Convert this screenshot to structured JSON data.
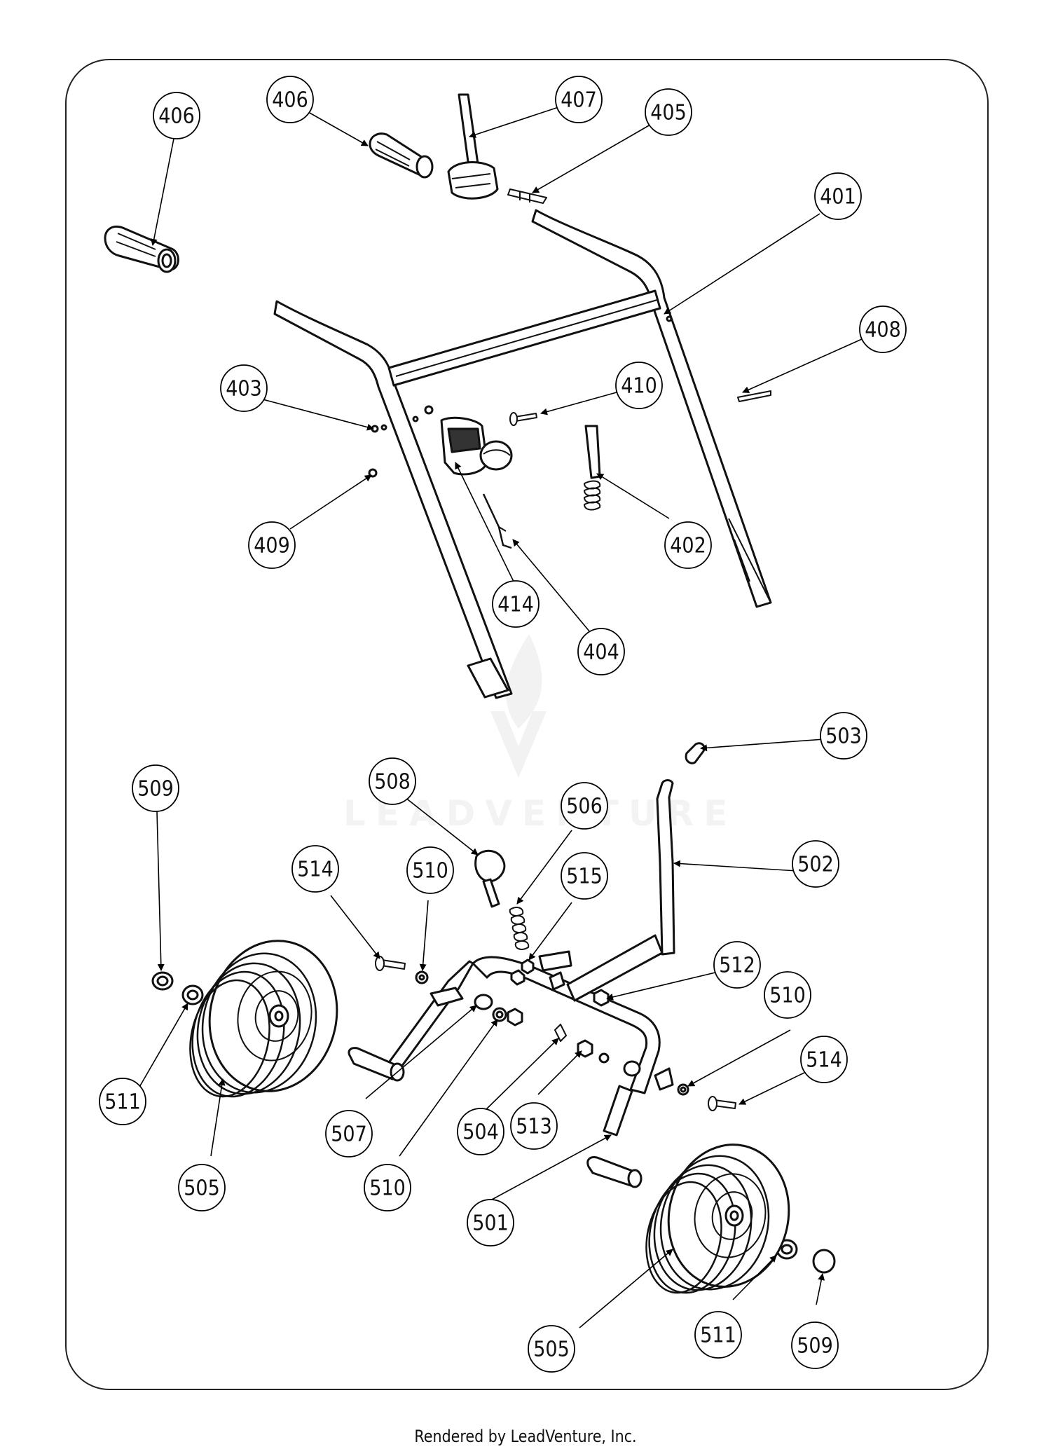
{
  "footer": "Rendered by LeadVenture, Inc.",
  "watermark": "LEADVENTURE",
  "callouts": [
    "406",
    "406",
    "407",
    "405",
    "401",
    "408",
    "403",
    "410",
    "409",
    "402",
    "414",
    "404",
    "503",
    "509",
    "508",
    "506",
    "502",
    "514",
    "510",
    "515",
    "512",
    "510",
    "511",
    "514",
    "507",
    "504",
    "513",
    "505",
    "510",
    "501",
    "505",
    "511",
    "509"
  ]
}
